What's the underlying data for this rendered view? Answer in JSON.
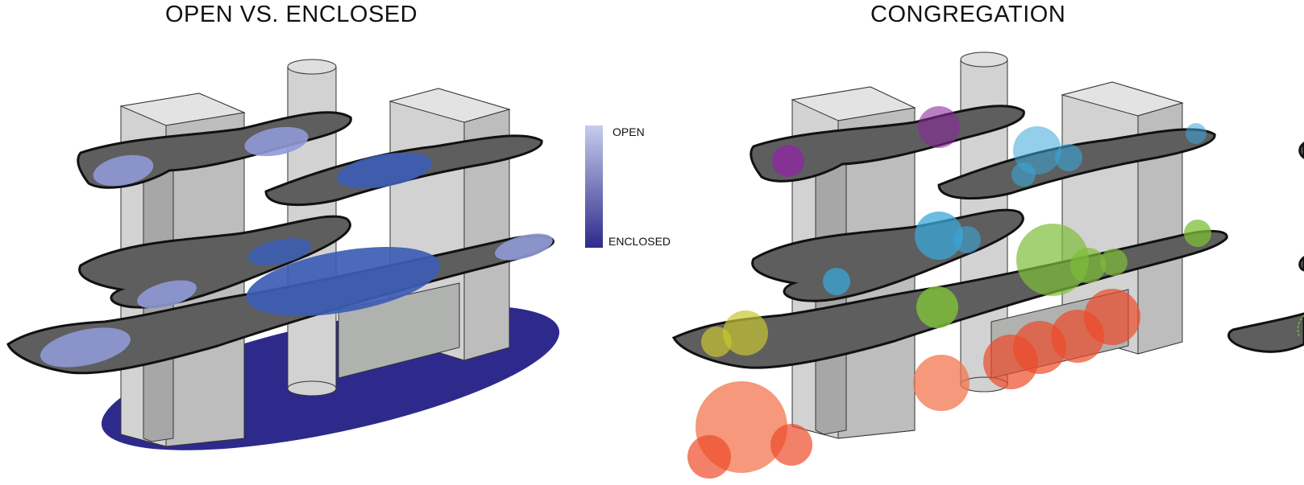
{
  "titles": {
    "left": "OPEN VS. ENCLOSED",
    "right": "CONGREGATION"
  },
  "legend": {
    "top_label": "OPEN",
    "bottom_label": "ENCLOSED",
    "gradient_top_color": "#c6cdec",
    "gradient_bottom_color": "#2e2a8c"
  },
  "colors": {
    "slab": "#5e5e5e",
    "slab_edge": "#111111",
    "mass": "#d2d2d2",
    "mass_dark": "#b4b4b4",
    "mass_line": "#333333",
    "open_zone": "#8f9ad6",
    "mid_zone": "#3d5db3",
    "enclosed_zone": "#2e2a8c",
    "congregation_purple": "#8b2a9e",
    "congregation_cyan": "#3aa7d8",
    "congregation_green": "#7dbd38",
    "congregation_yellow": "#c8c530",
    "congregation_orange": "#f2764f",
    "congregation_red": "#ee4a2a"
  }
}
